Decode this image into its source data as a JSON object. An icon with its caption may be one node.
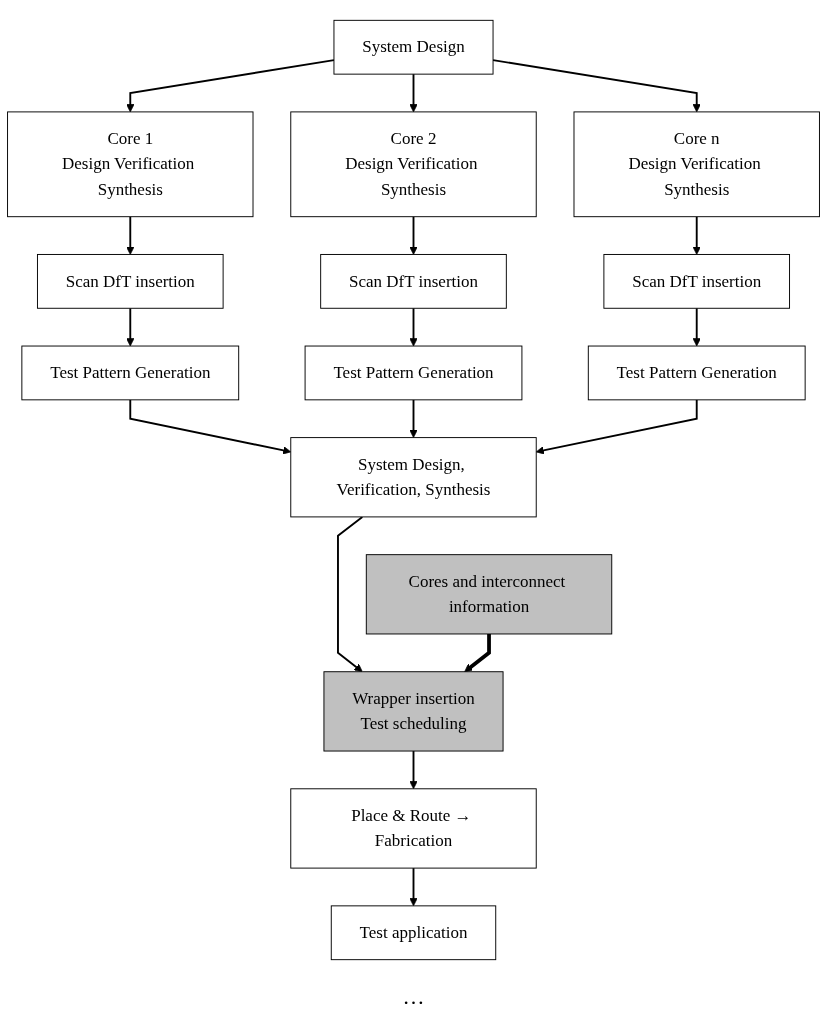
{
  "diagram": {
    "nodes": [
      {
        "text": [
          "System Design"
        ]
      },
      {
        "text": [
          "Core 1",
          "Design Verification Synthesis"
        ]
      },
      {
        "text": [
          "Core 2",
          "Design Verification Synthesis"
        ]
      },
      {
        "text": [
          "Core n",
          "Design Verification Synthesis"
        ]
      },
      {
        "text": [
          "Scan DfT insertion"
        ]
      },
      {
        "text": [
          "Scan DfT insertion"
        ]
      },
      {
        "text": [
          "Scan DfT insertion"
        ]
      },
      {
        "text": [
          "Test Pattern Generation"
        ]
      },
      {
        "text": [
          "Test Pattern Generation"
        ]
      },
      {
        "text": [
          "Test Pattern Generation"
        ]
      },
      {
        "text": [
          "System Design, Verification, Synthesis"
        ]
      },
      {
        "text": [
          "Wrapper insertion",
          "Test scheduling"
        ]
      },
      {
        "text": [
          "Cores and interconnect information"
        ]
      },
      {
        "text": [
          "Place & Route → Fabrication"
        ]
      },
      {
        "text": [
          "Test application"
        ]
      }
    ],
    "edges": [
      {
        "from": 0,
        "to": 1,
        "arrow": "to"
      },
      {
        "from": 0,
        "to": 2,
        "arrow": "to"
      },
      {
        "from": 0,
        "to": 3,
        "arrow": "to"
      },
      {
        "from": 1,
        "to": 4,
        "arrow": "to"
      },
      {
        "from": 2,
        "to": 5,
        "arrow": "to"
      },
      {
        "from": 3,
        "to": 6,
        "arrow": "to"
      },
      {
        "from": 4,
        "to": 7,
        "arrow": "to"
      },
      {
        "from": 5,
        "to": 8,
        "arrow": "to"
      },
      {
        "from": 6,
        "to": 9,
        "arrow": "to"
      },
      {
        "from": 7,
        "to": 10,
        "arrow": "to"
      },
      {
        "from": 8,
        "to": 10,
        "arrow": "to"
      },
      {
        "from": 9,
        "to": 10,
        "arrow": "to"
      },
      {
        "from": 10,
        "to": 11,
        "arrow": "to"
      },
      {
        "from": 12,
        "to": 11,
        "arrow": "to",
        "style": "thick"
      },
      {
        "from": 11,
        "to": 13,
        "arrow": "to"
      },
      {
        "from": 13,
        "to": 14,
        "arrow": "to"
      }
    ],
    "labels": [
      "…"
    ]
  }
}
